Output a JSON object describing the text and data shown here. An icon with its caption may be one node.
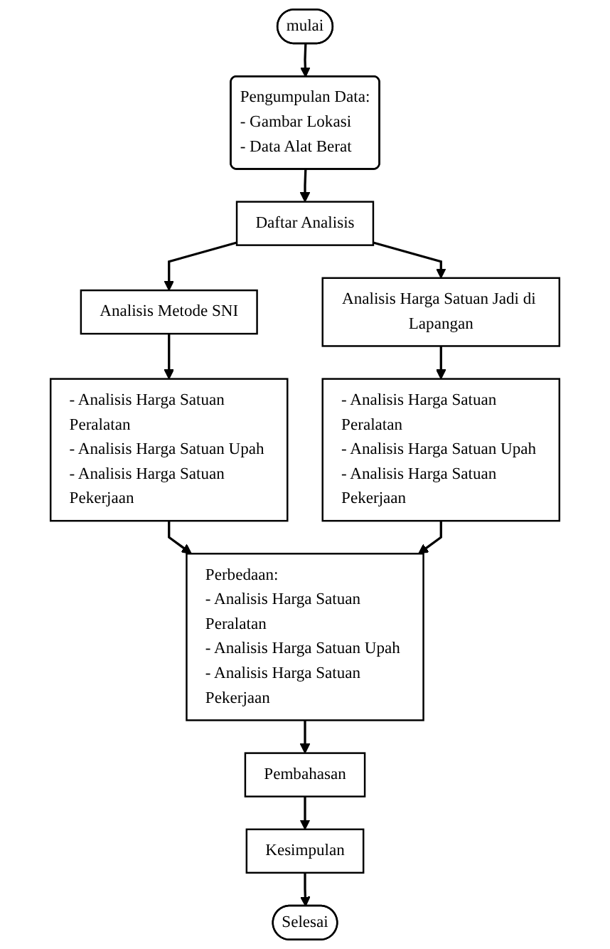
{
  "diagram": {
    "nodes": [
      {
        "text": [
          "mulai"
        ]
      },
      {
        "text": [
          "Pengumpulan Data:",
          "- Gambar Lokasi",
          "- Data Alat Berat"
        ]
      },
      {
        "text": [
          "Daftar Analisis"
        ]
      },
      {
        "text": [
          "Analisis Metode SNI"
        ]
      },
      {
        "text": [
          "Analisis Harga Satuan Jadi di Lapangan"
        ]
      },
      {
        "text": [
          "- Analisis Harga Satuan Peralatan",
          "- Analisis Harga Satuan Upah",
          "- Analisis Harga Satuan Pekerjaan"
        ]
      },
      {
        "text": [
          "- Analisis Harga Satuan Peralatan",
          "- Analisis Harga Satuan Upah",
          "- Analisis Harga Satuan Pekerjaan"
        ]
      },
      {
        "text": [
          "Perbedaan:",
          "- Analisis Harga Satuan Peralatan",
          "- Analisis Harga Satuan Upah",
          "- Analisis Harga Satuan Pekerjaan"
        ]
      },
      {
        "text": [
          "Pembahasan"
        ]
      },
      {
        "text": [
          "Kesimpulan"
        ]
      },
      {
        "text": [
          "Selesai"
        ]
      }
    ],
    "edges": [
      {
        "from": 0,
        "to": 1,
        "arrow": "to"
      },
      {
        "from": 1,
        "to": 2,
        "arrow": "to"
      },
      {
        "from": 2,
        "to": 3,
        "arrow": "to"
      },
      {
        "from": 2,
        "to": 4,
        "arrow": "to"
      },
      {
        "from": 3,
        "to": 5,
        "arrow": "to"
      },
      {
        "from": 4,
        "to": 6,
        "arrow": "to"
      },
      {
        "from": 5,
        "to": 7,
        "arrow": "to"
      },
      {
        "from": 6,
        "to": 7,
        "arrow": "to"
      },
      {
        "from": 7,
        "to": 8,
        "arrow": "to"
      },
      {
        "from": 8,
        "to": 9,
        "arrow": "to"
      },
      {
        "from": 9,
        "to": 10,
        "arrow": "to"
      }
    ]
  }
}
